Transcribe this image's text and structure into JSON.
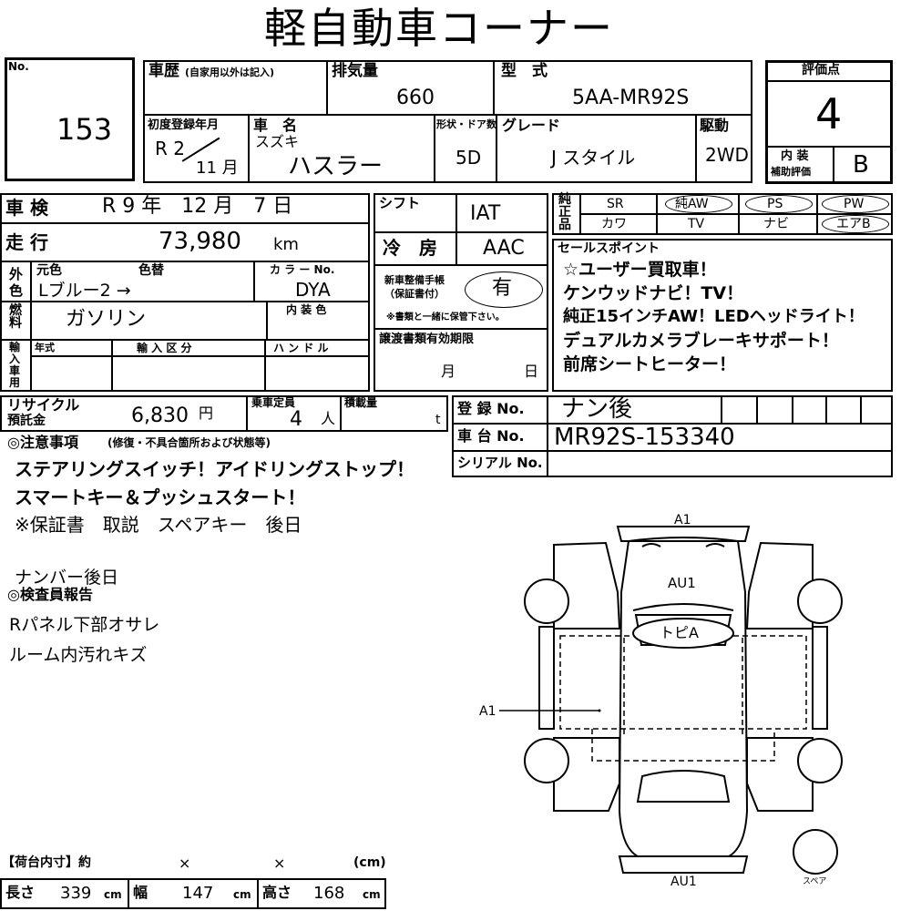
{
  "title": "軽自動車コーナー",
  "lot": {
    "label": "No.",
    "number": "153"
  },
  "history": {
    "label": "車歴",
    "note": "(自家用以外は記入)"
  },
  "displacement": {
    "label": "排気量",
    "value": "660"
  },
  "model": {
    "label": "型　式",
    "value": "5AA-MR92S"
  },
  "score": {
    "label": "評価点",
    "value": "4",
    "interior_label1": "内 装",
    "interior_label2": "補助評価",
    "interior_value": "B"
  },
  "first_reg": {
    "label": "初度登録年月",
    "era": "R 2",
    "month": "11 月"
  },
  "car_name": {
    "label": "車　名",
    "maker": "スズキ",
    "name": "ハスラー"
  },
  "doors": {
    "label": "形状・ドア数",
    "value": "5D"
  },
  "grade": {
    "label": "グレード",
    "value": "J スタイル"
  },
  "drive": {
    "label": "駆動",
    "value": "2WD"
  },
  "inspection": {
    "label": "車 検",
    "text": "R 9 年　12 月　7 日"
  },
  "shift": {
    "label": "シフト",
    "value": "IAT"
  },
  "mileage": {
    "label": "走 行",
    "value": "73,980",
    "unit": "km"
  },
  "ac": {
    "label": "冷　房",
    "value": "AAC"
  },
  "equipment": {
    "label": "純正品",
    "row1": [
      "SR",
      "純AW",
      "PS",
      "PW"
    ],
    "row2": [
      "カワ",
      "TV",
      "ナビ",
      "エアB"
    ]
  },
  "color": {
    "side_label": "外色",
    "orig_label": "元色",
    "change_label": "色替",
    "orig_value": "Lブルー2 →",
    "color_no_label": "カ ラ ー No.",
    "color_no": "DYA"
  },
  "fuel": {
    "label": "燃料",
    "value": "ガソリン",
    "interior_color_label": "内 装 色"
  },
  "manual": {
    "label": "新車整備手帳（保証書付）",
    "value": "有",
    "note": "※書類と一緒に保管下さい。"
  },
  "import": {
    "label": "輸入車用",
    "year_label": "年式",
    "class_label": "輸 入 区 分",
    "handle_label": "ハ ン ド ル"
  },
  "transfer": {
    "label": "譲渡書類有効期限",
    "month": "月",
    "day": "日"
  },
  "sales_points": {
    "label": "セールスポイント",
    "lines": [
      "☆ユーザー買取車！",
      "ケンウッドナビ！TV！",
      "純正15インチAW！LEDヘッドライト！",
      "デュアルカメラブレーキサポート！",
      "前席シートヒーター！"
    ]
  },
  "recycle": {
    "label1": "リサイクル",
    "label2": "預託金",
    "value": "6,830",
    "unit": "円"
  },
  "capacity": {
    "label": "乗車定員",
    "value": "4",
    "unit": "人"
  },
  "load": {
    "label": "積載量",
    "unit": "t"
  },
  "registration": {
    "label": "登 録 No.",
    "value": "ナン後"
  },
  "chassis": {
    "label": "車 台 No.",
    "value": "MR92S-153340"
  },
  "serial": {
    "label": "シリアル No."
  },
  "notes": {
    "label": "◎注意事項",
    "sub": "(修復・不具合箇所および状態等)",
    "lines": [
      "ステアリングスイッチ！アイドリングストップ！",
      "スマートキー＆プッシュスタート！",
      "※保証書　取説　スペアキー　後日"
    ],
    "extra": "ナンバー後日"
  },
  "inspector": {
    "label": "◎検査員報告",
    "lines": [
      "Rパネル下部オサレ",
      "ルーム内汚れキズ"
    ]
  },
  "diagram": {
    "front": "A1",
    "hood": "AU1",
    "roof": "トピA",
    "side": "A1",
    "rear": "AU1",
    "spare": "スペア"
  },
  "cargo": {
    "label": "【荷台内寸】約",
    "times1": "×",
    "times2": "×",
    "unit_label": "(cm)",
    "length_label": "長さ",
    "length": "339",
    "width_label": "幅",
    "width": "147",
    "height_label": "高さ",
    "height": "168",
    "unit": "cm"
  }
}
